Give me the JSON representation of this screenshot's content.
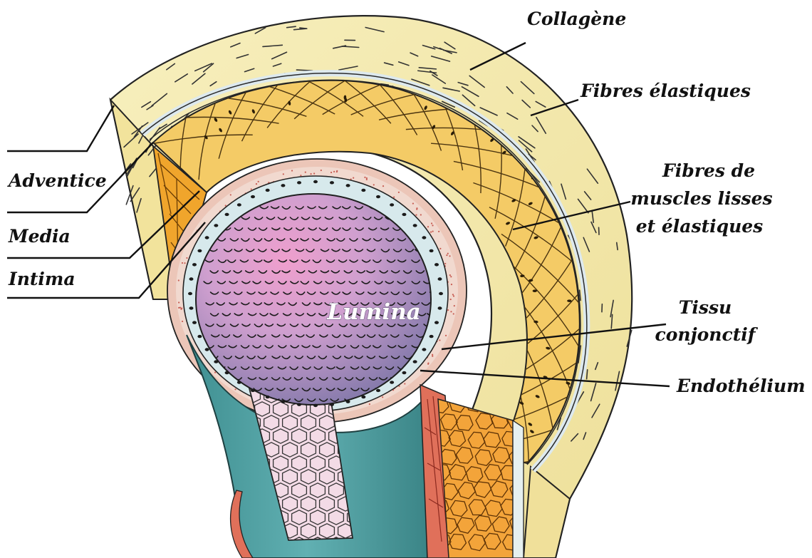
{
  "labels": {
    "collagene": "Collagène",
    "fibres_elastiques": "Fibres élastiques",
    "fibres_muscles": [
      "Fibres de",
      "muscles lisses",
      "et élastiques"
    ],
    "tissu_conjonctif": [
      "Tissu",
      "conjonctif"
    ],
    "endothelium": "Endothélium",
    "adventice": "Adventice",
    "media": "Media",
    "intima": "Intima",
    "lumina": "Lumina"
  },
  "colors": {
    "adventice": "#f5ebae",
    "media": "#f3c85f",
    "media_cells": "#f0a52c",
    "intima": "#e8a391",
    "endothelium": "#4f9a9c",
    "lumen_pink": "#e79cc8",
    "lumen_purple": "#8c7fae",
    "lines": "#1a1a1a"
  }
}
